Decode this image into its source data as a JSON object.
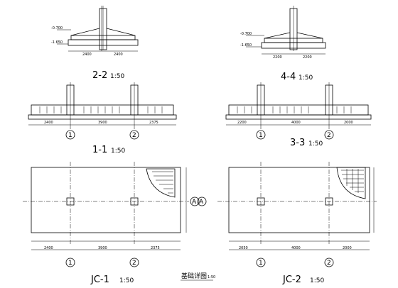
{
  "sections": {
    "s22": {
      "title": "2-2",
      "scale": "1:50",
      "dims": [
        "-0.700",
        "-1.650",
        "2400",
        "2400"
      ]
    },
    "s44": {
      "title": "4-4",
      "scale": "1:50",
      "dims": [
        "-0.700",
        "-1.650",
        "2200",
        "2200"
      ]
    },
    "s11": {
      "title": "1-1",
      "scale": "1:50",
      "dims": [
        "2400",
        "3900",
        "2375"
      ],
      "axes": [
        "1",
        "2"
      ]
    },
    "s33": {
      "title": "3-3",
      "scale": "1:50",
      "dims": [
        "2200",
        "4000",
        "2000"
      ],
      "axes": [
        "1",
        "2"
      ]
    }
  },
  "plans": {
    "jc1": {
      "title": "JC-1",
      "scale": "1:50",
      "axes": [
        "1",
        "2",
        "A"
      ],
      "dims": [
        "2400",
        "3900",
        "2375"
      ]
    },
    "jc2": {
      "title": "JC-2",
      "scale": "1:50",
      "axes": [
        "1",
        "2",
        "A"
      ],
      "dims": [
        "2050",
        "4000",
        "2000"
      ]
    }
  },
  "center_caption": {
    "text": "基础详图",
    "scale": "1:50"
  }
}
